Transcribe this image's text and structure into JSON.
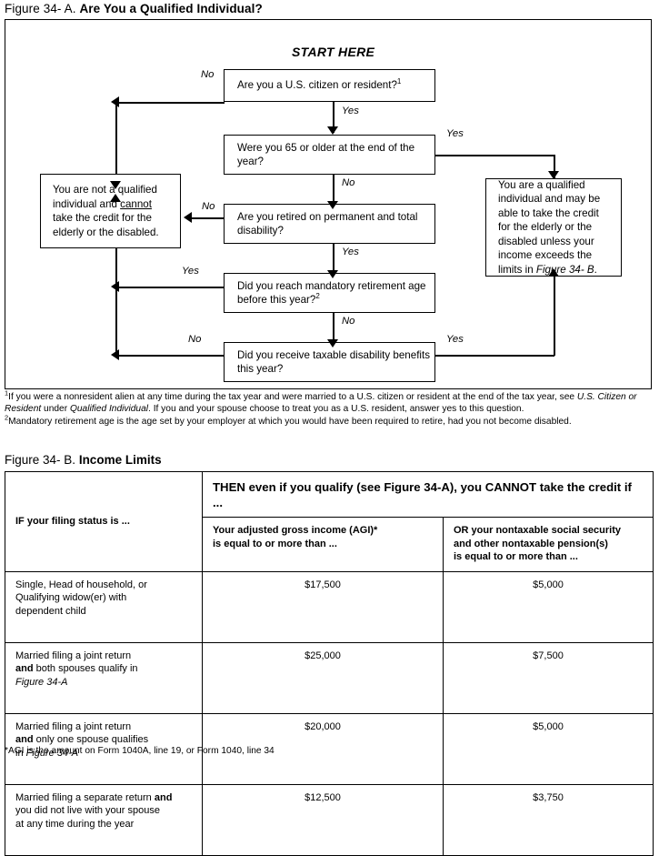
{
  "figure_a": {
    "label": "Figure 34- A.",
    "name": "Are You a Qualified Individual?",
    "start_here": "START HERE",
    "boxes": {
      "q1": "Are you a U.S. citizen or resident?",
      "q1_footnote_marker": "1",
      "q2": "Were you 65 or older at the end of the year?",
      "q3": "Are you retired on permanent and total disability?",
      "q4": "Did you reach mandatory retirement age before this year?",
      "q4_footnote_marker": "2",
      "q5": "Did you receive taxable disability benefits this year?",
      "not_qualified_1": "You are not a qualified",
      "not_qualified_2a": "individual and ",
      "not_qualified_2b": "cannot",
      "not_qualified_3": "take the credit for the",
      "not_qualified_4": "elderly or the disabled.",
      "qualified_1": "You are a qualified",
      "qualified_2": "individual and may be",
      "qualified_3": "able to take the credit",
      "qualified_4": "for the elderly or the",
      "qualified_5": "disabled unless your",
      "qualified_6": "income exceeds the",
      "qualified_7a": "limits in ",
      "qualified_7b": "Figure 34- B",
      "qualified_7c": "."
    },
    "edge_labels": {
      "q1_no": "No",
      "q1_yes": "Yes",
      "q2_yes": "Yes",
      "q2_no": "No",
      "q3_no": "No",
      "q3_yes": "Yes",
      "q4_yes": "Yes",
      "q4_no": "No",
      "q5_no": "No",
      "q5_yes": "Yes"
    },
    "footnotes": {
      "fn1_marker": "1",
      "fn1_a": "If you were a nonresident alien at any time during the tax year and were married to a U.S. citizen or resident at the end of the tax year, see ",
      "fn1_i1": "U.S. Citizen or Resident",
      "fn1_b": " under ",
      "fn1_i2": "Qualified Individual",
      "fn1_c": ". If you and your spouse choose to treat you as a U.S. resident, answer yes to this question.",
      "fn2_marker": "2",
      "fn2_a": "Mandatory retirement age is the age set by your employer at which you would have been required to retire, had you not become disabled."
    }
  },
  "figure_b": {
    "label": "Figure 34- B.",
    "name": "Income Limits",
    "headers": {
      "col1": "IF your filing status is ...",
      "span_top": "THEN even if you qualify (see Figure 34-A), you CANNOT take the credit if ...",
      "col2_l1": "Your adjusted gross income (AGI)*",
      "col2_l2": "is equal to or more than ...",
      "col3_l1": "OR your nontaxable social security",
      "col3_l2": "and other nontaxable pension(s)",
      "col3_l3": "is equal to or more than ..."
    },
    "rows": [
      {
        "status_plain_1": "Single, Head of household, or",
        "status_plain_2": "Qualifying widow(er) with",
        "status_plain_3": "dependent child",
        "agi": "$17,500",
        "nontaxable": "$5,000"
      },
      {
        "status_plain_1": "Married filing a joint return",
        "status_bold": "and",
        "status_plain_2": " both spouses qualify in",
        "status_italic": "Figure 34-A",
        "agi": "$25,000",
        "nontaxable": "$7,500"
      },
      {
        "status_plain_1": "Married filing a joint return",
        "status_bold": "and",
        "status_plain_2": " only one spouse qualifies",
        "status_plain_3": "in ",
        "status_italic": "Figure 34-A",
        "agi": "$20,000",
        "nontaxable": "$5,000"
      },
      {
        "status_plain_1": "Married filing a separate return ",
        "status_bold": "and",
        "status_plain_2": "you did not live with your spouse",
        "status_plain_3": "at any time during the year",
        "agi": "$12,500",
        "nontaxable": "$3,750"
      }
    ],
    "table_note": "*AGI is the amount on Form 1040A, line 19, or Form 1040, line 34"
  }
}
